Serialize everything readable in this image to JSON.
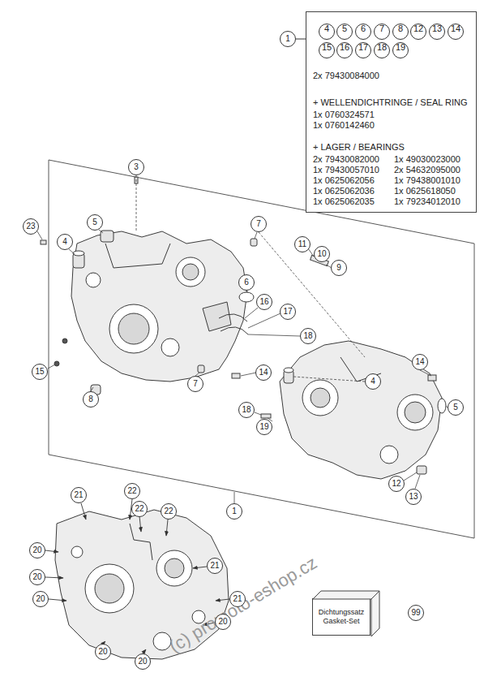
{
  "diagram": {
    "nodes": [
      {
        "text": [
          "2x 79430084000",
          "+ WELLENDICHTRINGE / SEAL RING",
          "1x 0760324571",
          "1x 0760142460",
          "+ LAGER / BEARINGS",
          "2x 79430082000",
          "1x 49030023000",
          "1x 79430057010",
          "2x 54632095000",
          "1x 0625062056",
          "1x 79438001010",
          "1x 0625062036",
          "1x 0625618050",
          "1x 0625062035",
          "1x 79234012010"
        ]
      },
      {
        "text": [
          "4"
        ],
        "in": 0
      },
      {
        "text": [
          "5"
        ],
        "in": 0
      },
      {
        "text": [
          "6"
        ],
        "in": 0
      },
      {
        "text": [
          "7"
        ],
        "in": 0
      },
      {
        "text": [
          "8"
        ],
        "in": 0
      },
      {
        "text": [
          "12"
        ],
        "in": 0
      },
      {
        "text": [
          "13"
        ],
        "in": 0
      },
      {
        "text": [
          "14"
        ],
        "in": 0
      },
      {
        "text": [
          "15"
        ],
        "in": 0
      },
      {
        "text": [
          "16"
        ],
        "in": 0
      },
      {
        "text": [
          "17"
        ],
        "in": 0
      },
      {
        "text": [
          "18"
        ],
        "in": 0
      },
      {
        "text": [
          "19"
        ],
        "in": 0
      },
      {
        "text": [
          "1"
        ]
      },
      {
        "text": [
          "3"
        ]
      },
      {
        "text": [
          "5"
        ]
      },
      {
        "text": [
          "7"
        ]
      },
      {
        "text": [
          "23"
        ]
      },
      {
        "text": [
          "4"
        ]
      },
      {
        "text": [
          "11"
        ]
      },
      {
        "text": [
          "10"
        ]
      },
      {
        "text": [
          "9"
        ]
      },
      {
        "text": [
          "6"
        ]
      },
      {
        "text": [
          "16"
        ]
      },
      {
        "text": [
          "17"
        ]
      },
      {
        "text": [
          "18"
        ]
      },
      {
        "text": [
          "14"
        ]
      },
      {
        "text": [
          "15"
        ]
      },
      {
        "text": [
          "14"
        ]
      },
      {
        "text": [
          "4"
        ]
      },
      {
        "text": [
          "7"
        ]
      },
      {
        "text": [
          "8"
        ]
      },
      {
        "text": [
          "5"
        ]
      },
      {
        "text": [
          "18"
        ]
      },
      {
        "text": [
          "19"
        ]
      },
      {
        "text": [
          "12"
        ]
      },
      {
        "text": [
          "22"
        ]
      },
      {
        "text": [
          "21"
        ]
      },
      {
        "text": [
          "13"
        ]
      },
      {
        "text": [
          "1"
        ]
      },
      {
        "text": [
          "22"
        ]
      },
      {
        "text": [
          "22"
        ]
      },
      {
        "text": [
          "20"
        ]
      },
      {
        "text": [
          "21"
        ]
      },
      {
        "text": [
          "20"
        ]
      },
      {
        "text": [
          "20"
        ]
      },
      {
        "text": [
          "21"
        ]
      },
      {
        "text": [
          "Dichtungssatz Gasket-Set"
        ]
      },
      {
        "text": [
          "99"
        ]
      },
      {
        "text": [
          "20"
        ]
      },
      {
        "text": [
          "20"
        ]
      },
      {
        "text": [
          "20"
        ]
      }
    ],
    "edges": [
      {
        "from": 14,
        "to": 0,
        "arrow": "none"
      }
    ],
    "labels": [
      "(c) promoto-eshop.cz"
    ]
  }
}
